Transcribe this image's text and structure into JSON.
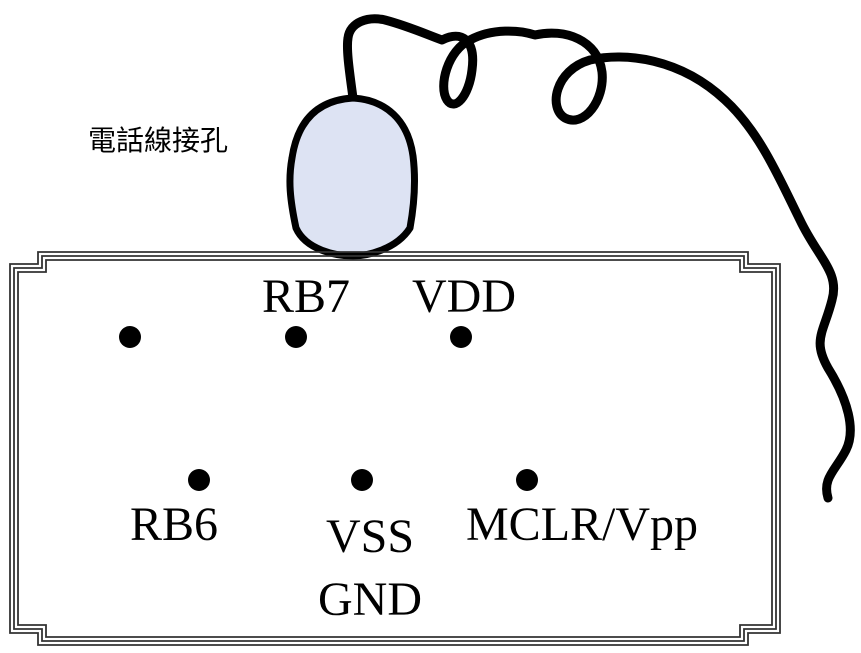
{
  "colors": {
    "background": "#ffffff",
    "ink": "#000000",
    "jack_fill": "#dde3f3"
  },
  "connector": {
    "jack_label": "電話線接孔",
    "pins_top_row": [
      {
        "label": ""
      },
      {
        "label": "RB7"
      },
      {
        "label": "VDD"
      }
    ],
    "pins_bottom_row": [
      {
        "label": "RB6"
      },
      {
        "label": "VSS",
        "label2": "GND"
      },
      {
        "label": "MCLR/Vpp"
      }
    ]
  }
}
